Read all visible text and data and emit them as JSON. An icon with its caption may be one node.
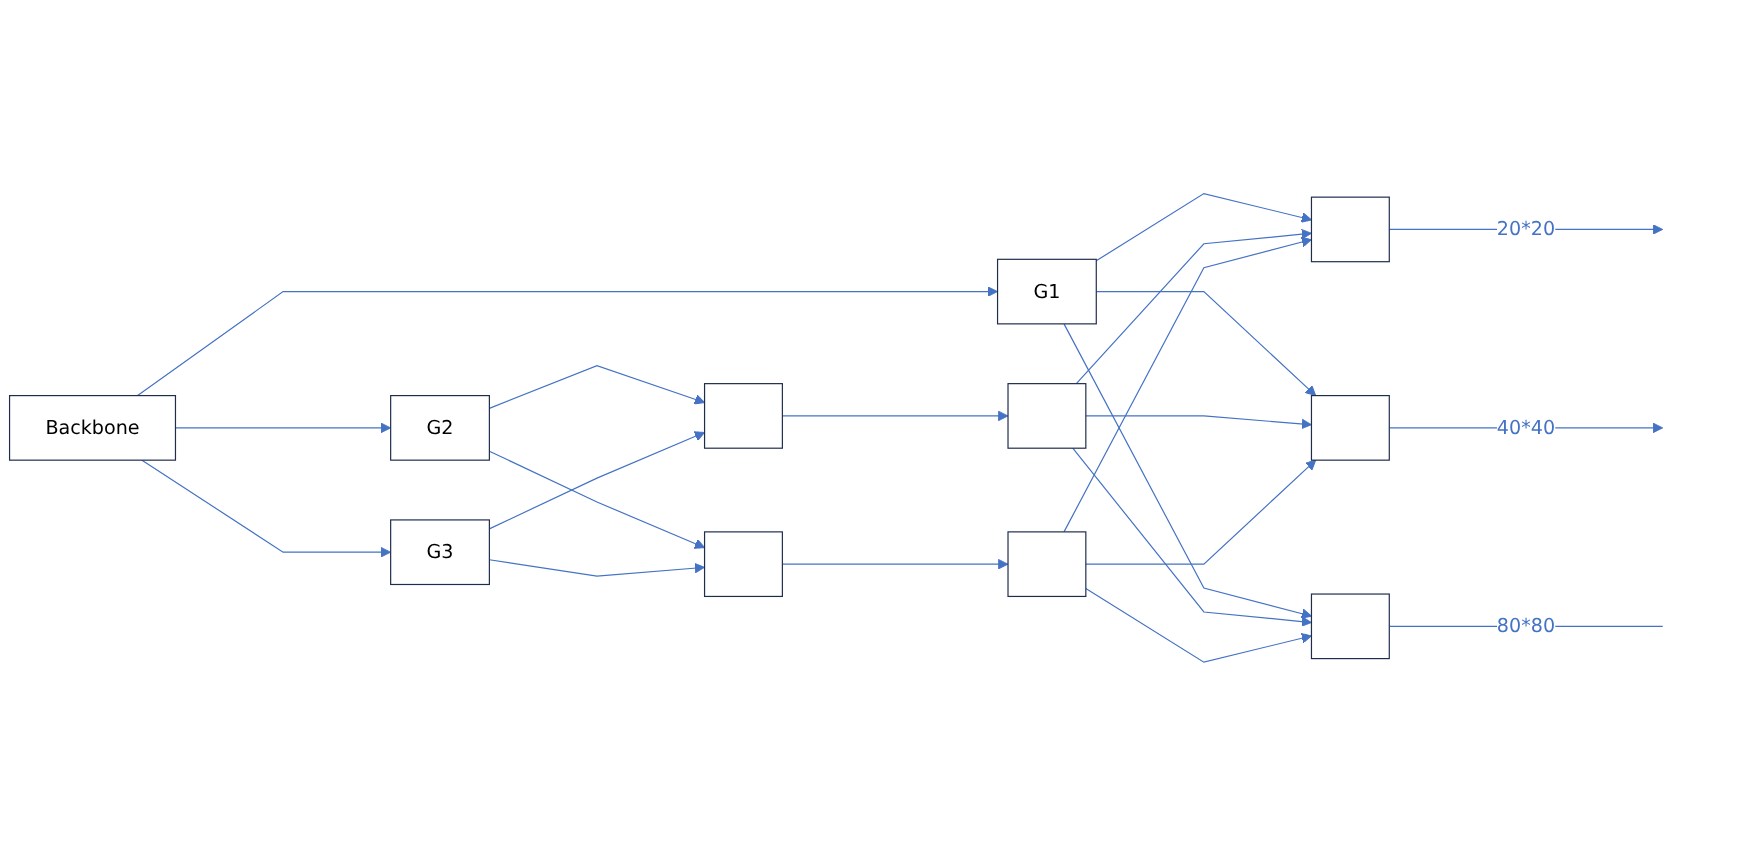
{
  "diagram": {
    "nodes": [
      {
        "text": [
          "Backbone"
        ]
      },
      {
        "text": [
          "G1"
        ]
      },
      {
        "text": [
          "G2"
        ]
      },
      {
        "text": [
          "G3"
        ]
      },
      {
        "text": [],
        "shape": "box"
      },
      {
        "text": [],
        "shape": "box"
      },
      {
        "text": [],
        "shape": "box"
      },
      {
        "text": [],
        "shape": "box"
      },
      {
        "text": [],
        "shape": "box"
      },
      {
        "text": [],
        "shape": "box"
      },
      {
        "text": [],
        "shape": "box"
      }
    ],
    "edges": [
      {
        "from": 0,
        "to": 1,
        "arrow": "to"
      },
      {
        "from": 0,
        "to": 2,
        "arrow": "to"
      },
      {
        "from": 0,
        "to": 3,
        "arrow": "to"
      },
      {
        "from": 2,
        "to": 4,
        "arrow": "to"
      },
      {
        "from": 2,
        "to": 5,
        "arrow": "to"
      },
      {
        "from": 3,
        "to": 4,
        "arrow": "to"
      },
      {
        "from": 3,
        "to": 5,
        "arrow": "to"
      },
      {
        "from": 4,
        "to": 6,
        "arrow": "to"
      },
      {
        "from": 5,
        "to": 7,
        "arrow": "to"
      },
      {
        "from": 1,
        "to": 8,
        "arrow": "to"
      },
      {
        "from": 1,
        "to": 9,
        "arrow": "to"
      },
      {
        "from": 1,
        "to": 10,
        "arrow": "to"
      },
      {
        "from": 6,
        "to": 8,
        "arrow": "to"
      },
      {
        "from": 6,
        "to": 9,
        "arrow": "to"
      },
      {
        "from": 6,
        "to": 10,
        "arrow": "to"
      },
      {
        "from": 7,
        "to": 8,
        "arrow": "to"
      },
      {
        "from": 7,
        "to": 9,
        "arrow": "to"
      },
      {
        "from": 7,
        "to": 10,
        "arrow": "to"
      },
      {
        "from": 8,
        "to": null,
        "arrow": "to",
        "label": "20*20"
      },
      {
        "from": 9,
        "to": null,
        "arrow": "to",
        "label": "40*40"
      },
      {
        "from": 10,
        "to": null,
        "arrow": "none",
        "label": "80*80"
      }
    ]
  }
}
